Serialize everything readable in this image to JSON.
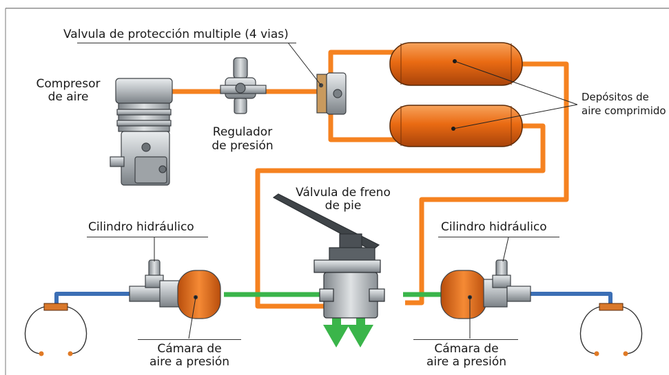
{
  "labels": {
    "valve_protection": "Valvula de protección multiple (4 vias)",
    "compressor_line1": "Compresor",
    "compressor_line2": "de aire",
    "regulator_line1": "Regulador",
    "regulator_line2": "de presión",
    "tanks_line1": "Depósitos de",
    "tanks_line2": "aire comprimido",
    "foot_valve_line1": "Válvula de freno",
    "foot_valve_line2": "de pie",
    "cylinder_left": "Cilindro hidráulico",
    "cylinder_right": "Cilindro hidráulico",
    "chamber_left_line1": "Cámara de",
    "chamber_left_line2": "aire a presión",
    "chamber_right_line1": "Cámara de",
    "chamber_right_line2": "aire a presión"
  },
  "colors": {
    "air_line": "#f58220",
    "tank": "#ea6b13",
    "brake_line": "#3ab54a",
    "hydraulic_line": "#3c6fb5",
    "metal": "#b8bcc0"
  }
}
